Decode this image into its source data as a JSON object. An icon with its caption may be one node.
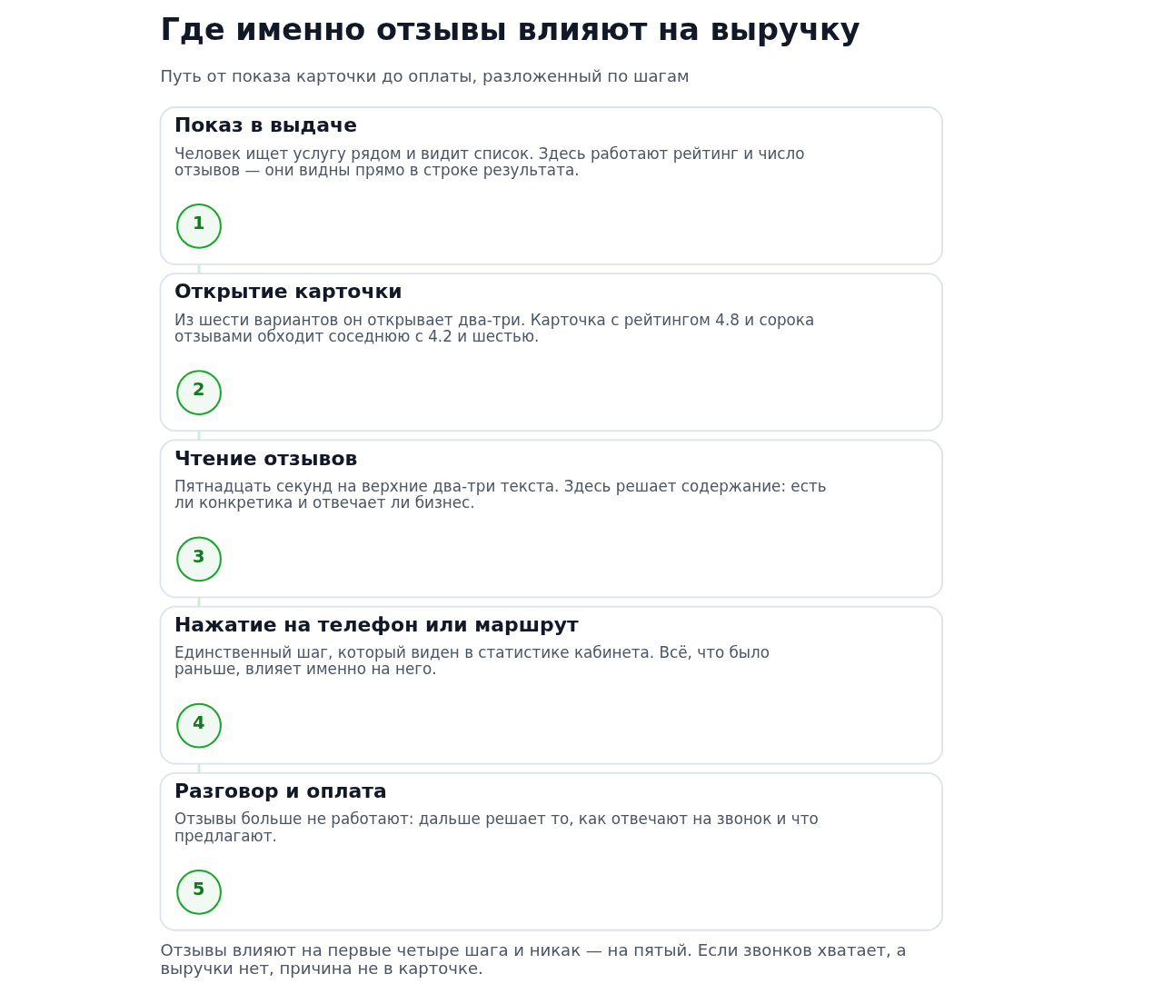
{
  "diagram": {
    "title": "Где именно отзывы влияют на выручку",
    "nodes": [
      {
        "text": [
          "Показ в выдаче",
          "Человек ищет услугу рядом и видит список. Здесь работают рейтинг и число отзывов — они видны прямо в строке результата."
        ]
      },
      {
        "text": [
          "1"
        ],
        "in": 0
      },
      {
        "text": [
          "Открытие карточки",
          "Из шести вариантов он открывает два-три. Карточка с рейтингом 4.8 и сорока отзывами обходит соседнюю с 4.2 и шестью."
        ]
      },
      {
        "text": [
          "2"
        ],
        "in": 2
      },
      {
        "text": [
          "Чтение отзывов",
          "Пятнадцать секунд на верхние два-три текста. Здесь решает содержание: есть ли конкретика и отвечает ли бизнес."
        ]
      },
      {
        "text": [
          "3"
        ],
        "in": 4
      },
      {
        "text": [
          "Нажатие на телефон или маршрут",
          "Единственный шаг, который виден в статистике кабинета. Всё, что было раньше, влияет именно на него."
        ]
      },
      {
        "text": [
          "4"
        ],
        "in": 6
      },
      {
        "text": [
          "Разговор и оплата",
          "Отзывы больше не работают: дальше решает то, как отвечают на звонок и что предлагают."
        ]
      },
      {
        "text": [
          "5"
        ],
        "in": 8
      }
    ],
    "edges": [
      {
        "from": 0,
        "to": 2,
        "arrow": "none"
      },
      {
        "from": 2,
        "to": 4,
        "arrow": "none"
      },
      {
        "from": 4,
        "to": 6,
        "arrow": "none"
      },
      {
        "from": 6,
        "to": 8,
        "arrow": "none"
      }
    ],
    "labels": [
      "Путь от показа карточки до оплаты, разложенный по шагам",
      "Отзывы влияют на первые четыре шага и никак — на пятый. Если звонков хватает, а выручки нет, причина не в карточке."
    ]
  }
}
